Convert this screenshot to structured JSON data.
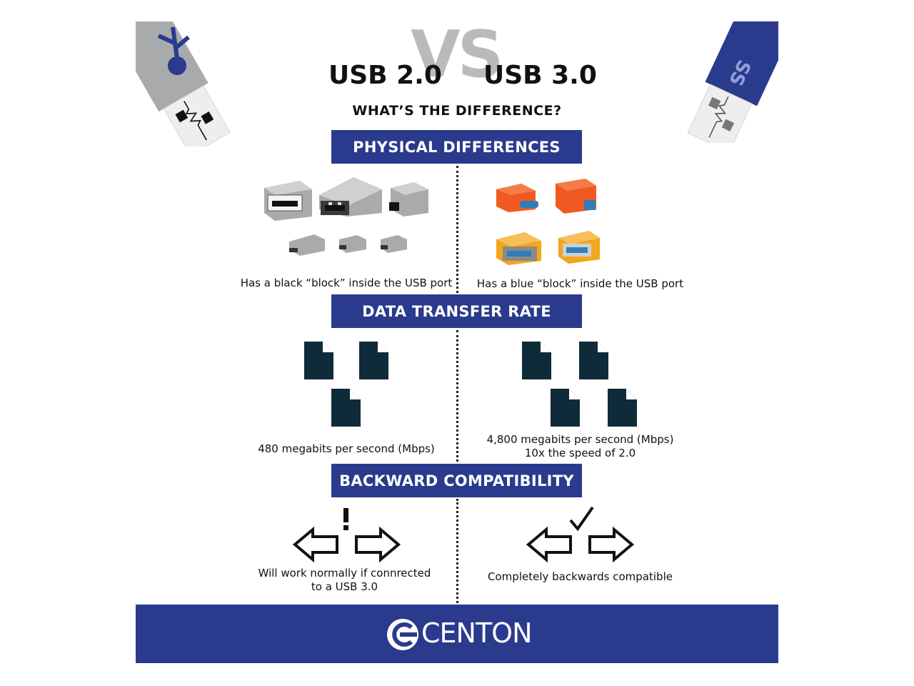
{
  "header": {
    "left_title": "USB 2.0",
    "vs": "VS",
    "right_title": "USB 3.0",
    "subtitle": "WHAT’S THE DIFFERENCE?"
  },
  "sections": {
    "physical": {
      "label": "PHYSICAL DIFFERENCES",
      "left_caption": "Has a black “block” inside the USB port",
      "right_caption": "Has a blue “block” inside the USB port"
    },
    "transfer": {
      "label": "DATA TRANSFER RATE",
      "left_caption": "480 megabits per second (Mbps)",
      "right_caption_line1": "4,800 megabits per second (Mbps)",
      "right_caption_line2": "10x the speed of 2.0"
    },
    "backward": {
      "label": "BACKWARD COMPATIBILITY",
      "left_caption_line1": "Will work normally if connrected",
      "left_caption_line2": "to a USB 3.0",
      "right_caption": "Completely backwards compatible"
    }
  },
  "footer": {
    "brand": "CENTON"
  },
  "colors": {
    "brand_blue": "#2a3a8c",
    "usb2_gray": "#a9aaac",
    "usb3_blue": "#2a3a8c",
    "file_dark": "#0f2b3a",
    "orange": "#f05a22",
    "amber": "#f3a51c",
    "port_blue": "#2f7fb8"
  },
  "icons": {
    "left_drive": "usb-drive-gray-icon",
    "right_drive": "usb-drive-blue-icon",
    "left_status": "exclamation-icon",
    "right_status": "checkmark-icon"
  }
}
